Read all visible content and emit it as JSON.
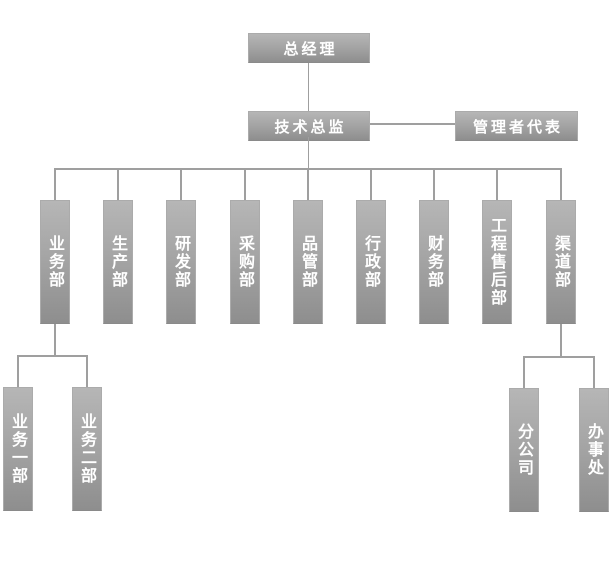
{
  "org_chart": {
    "type": "org-chart",
    "root": {
      "label": "总经理"
    },
    "deputy": {
      "label": "技术总监"
    },
    "staff": {
      "label": "管理者代表"
    },
    "departments": [
      {
        "label": "业务部",
        "children": [
          {
            "label": "业务一部"
          },
          {
            "label": "业务二部"
          }
        ]
      },
      {
        "label": "生产部",
        "children": []
      },
      {
        "label": "研发部",
        "children": []
      },
      {
        "label": "采购部",
        "children": []
      },
      {
        "label": "品管部",
        "children": []
      },
      {
        "label": "行政部",
        "children": []
      },
      {
        "label": "财务部",
        "children": []
      },
      {
        "label": "工程售后部",
        "children": []
      },
      {
        "label": "渠道部",
        "children": [
          {
            "label": "分公司"
          },
          {
            "label": "办事处"
          }
        ]
      }
    ]
  },
  "colors": {
    "node_fill_top": "#b6b6b6",
    "node_fill_mid": "#a4a4a4",
    "node_fill_bottom": "#8e8e8e",
    "node_text": "#ffffff",
    "connector": "#9f9f9f",
    "background": "#ffffff"
  }
}
